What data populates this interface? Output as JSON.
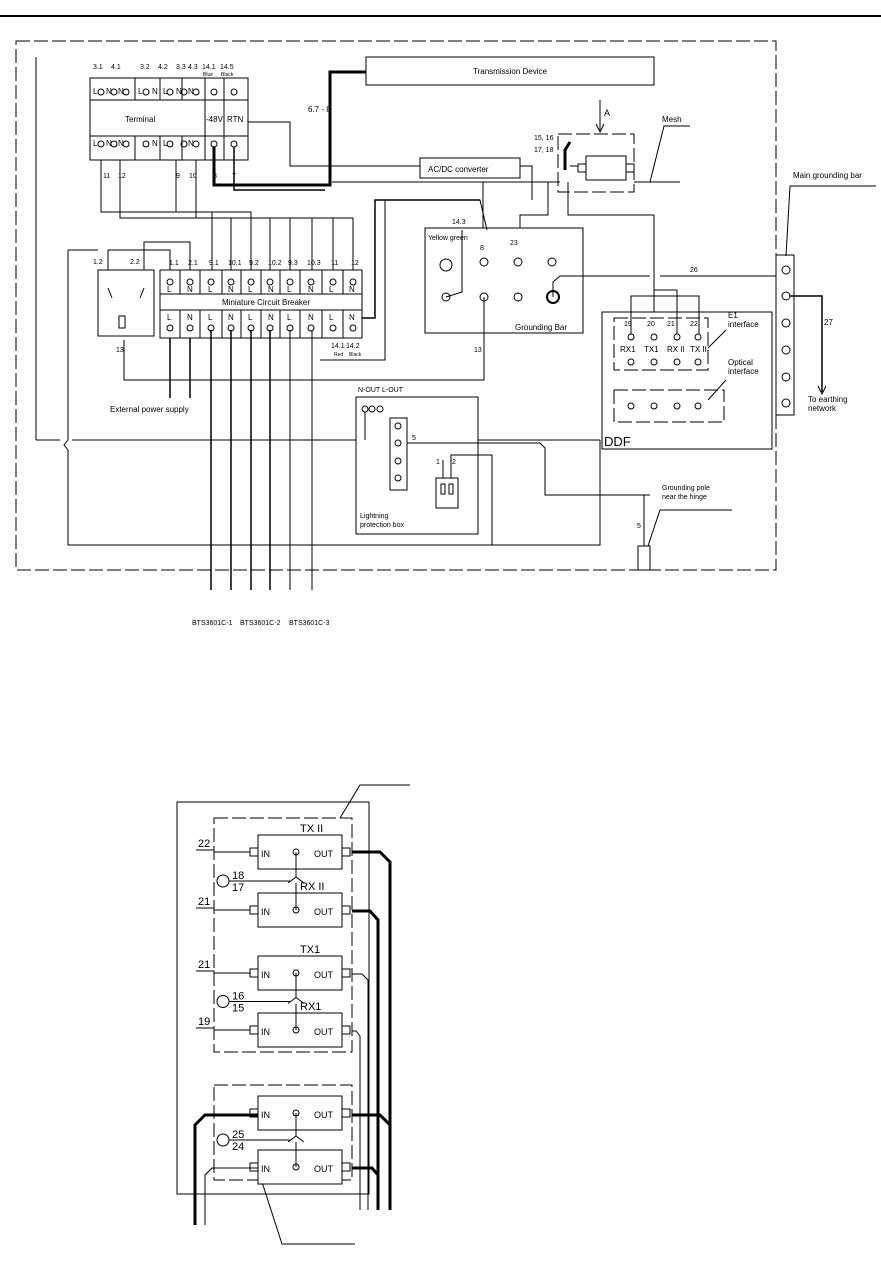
{
  "top": {
    "transmission_device": "Transmission Device",
    "terminal": "Terminal",
    "term_top_numbers": [
      "3.1",
      "4.1",
      "3.2",
      "4.2",
      "3.3",
      "4.3",
      "14.1",
      "14.5"
    ],
    "term_blue": "Blue",
    "term_black": "Black",
    "term_neg48v": "-48V",
    "term_rtn": "RTN",
    "term_bottom_numbers": [
      "11",
      "12",
      "9",
      "10",
      "8",
      "7"
    ],
    "wire_678": "6.7 - 8",
    "ac_dc": "AC/DC converter",
    "wire_1516": "15, 16",
    "wire_1718": "17, 18",
    "label_a": "A",
    "mesh": "Mesh",
    "main_grounding_bar": "Main grounding bar",
    "grounding_bar": "Grounding Bar",
    "yellow_green": "Yellow green",
    "gb_num_143": "14.3",
    "gb_num_8": "8",
    "gb_num_23": "23",
    "gb_num_13": "13",
    "wire_26": "26",
    "wire_27": "27",
    "to_earthing": [
      "To earthing",
      "network"
    ],
    "mcb": "Miniature Circuit Breaker",
    "mcb_top_numbers": [
      "1.1",
      "2.1",
      "9.1",
      "10.1",
      "9.2",
      "10.2",
      "9.3",
      "10.3",
      "11",
      "12"
    ],
    "mcb_ln": [
      "L",
      "N",
      "L",
      "N",
      "L",
      "N",
      "L",
      "N",
      "L",
      "N"
    ],
    "mcb_bottom_label_1": "14.1",
    "mcb_bottom_label_1b": "Red",
    "mcb_bottom_label_2": "14.2",
    "mcb_bottom_label_2b": "Black",
    "socket_nums": [
      "1.2",
      "2.2",
      "13"
    ],
    "external_power": "External power supply",
    "nout_lout": "N-OUT L-OUT",
    "lp_num_5": "5",
    "lp_nums_12": [
      "1",
      "2"
    ],
    "lightning_box": [
      "Lightning",
      "protection box"
    ],
    "e1_interface": [
      "E1",
      "interface"
    ],
    "optical_interface": [
      "Optical",
      "interface"
    ],
    "ddf": "DDF",
    "ddf_nums": [
      "19",
      "20",
      "21",
      "22"
    ],
    "ddf_ports": [
      "RX1",
      "TX1",
      "RX II",
      "TX II"
    ],
    "grounding_pole": [
      "Grounding pole",
      "near the hinge"
    ],
    "pole_num_5": "5",
    "bts_labels": [
      "BTS3601C-1",
      "BTS3601C-2",
      "BTS3601C-3"
    ]
  },
  "detail": {
    "blocks": [
      {
        "title": "TX II",
        "left_num": "22"
      },
      {
        "title": "RX II",
        "left_num": "21"
      },
      {
        "title": "TX1",
        "left_num": "21"
      },
      {
        "title": "RX1",
        "left_num": "19"
      },
      {
        "title": "",
        "left_num": ""
      },
      {
        "title": "",
        "left_num": ""
      }
    ],
    "in_label": "IN",
    "out_label": "OUT",
    "pair_nums": [
      [
        "18",
        "17"
      ],
      [
        "16",
        "15"
      ],
      [
        "25",
        "24"
      ]
    ]
  }
}
